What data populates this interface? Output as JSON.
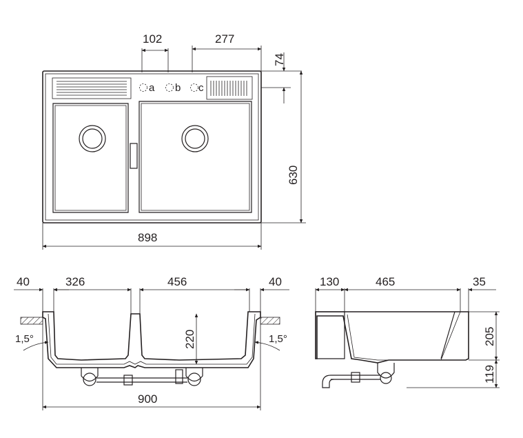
{
  "top_view": {
    "dimensions": {
      "drainer_gap": "102",
      "right_span": "277",
      "back_ledge": "74",
      "depth": "630",
      "width": "898"
    },
    "tap_holes": [
      "a",
      "b",
      "c"
    ]
  },
  "front_section": {
    "dimensions": {
      "left_rim": "40",
      "left_bowl": "326",
      "right_bowl": "456",
      "right_rim": "40",
      "bowl_depth": "220",
      "overall_width": "900"
    },
    "angle_left": "1,5°",
    "angle_right": "1,5°"
  },
  "side_section": {
    "dimensions": {
      "back": "130",
      "bowl": "465",
      "front": "35",
      "height": "205",
      "trap": "119"
    }
  }
}
